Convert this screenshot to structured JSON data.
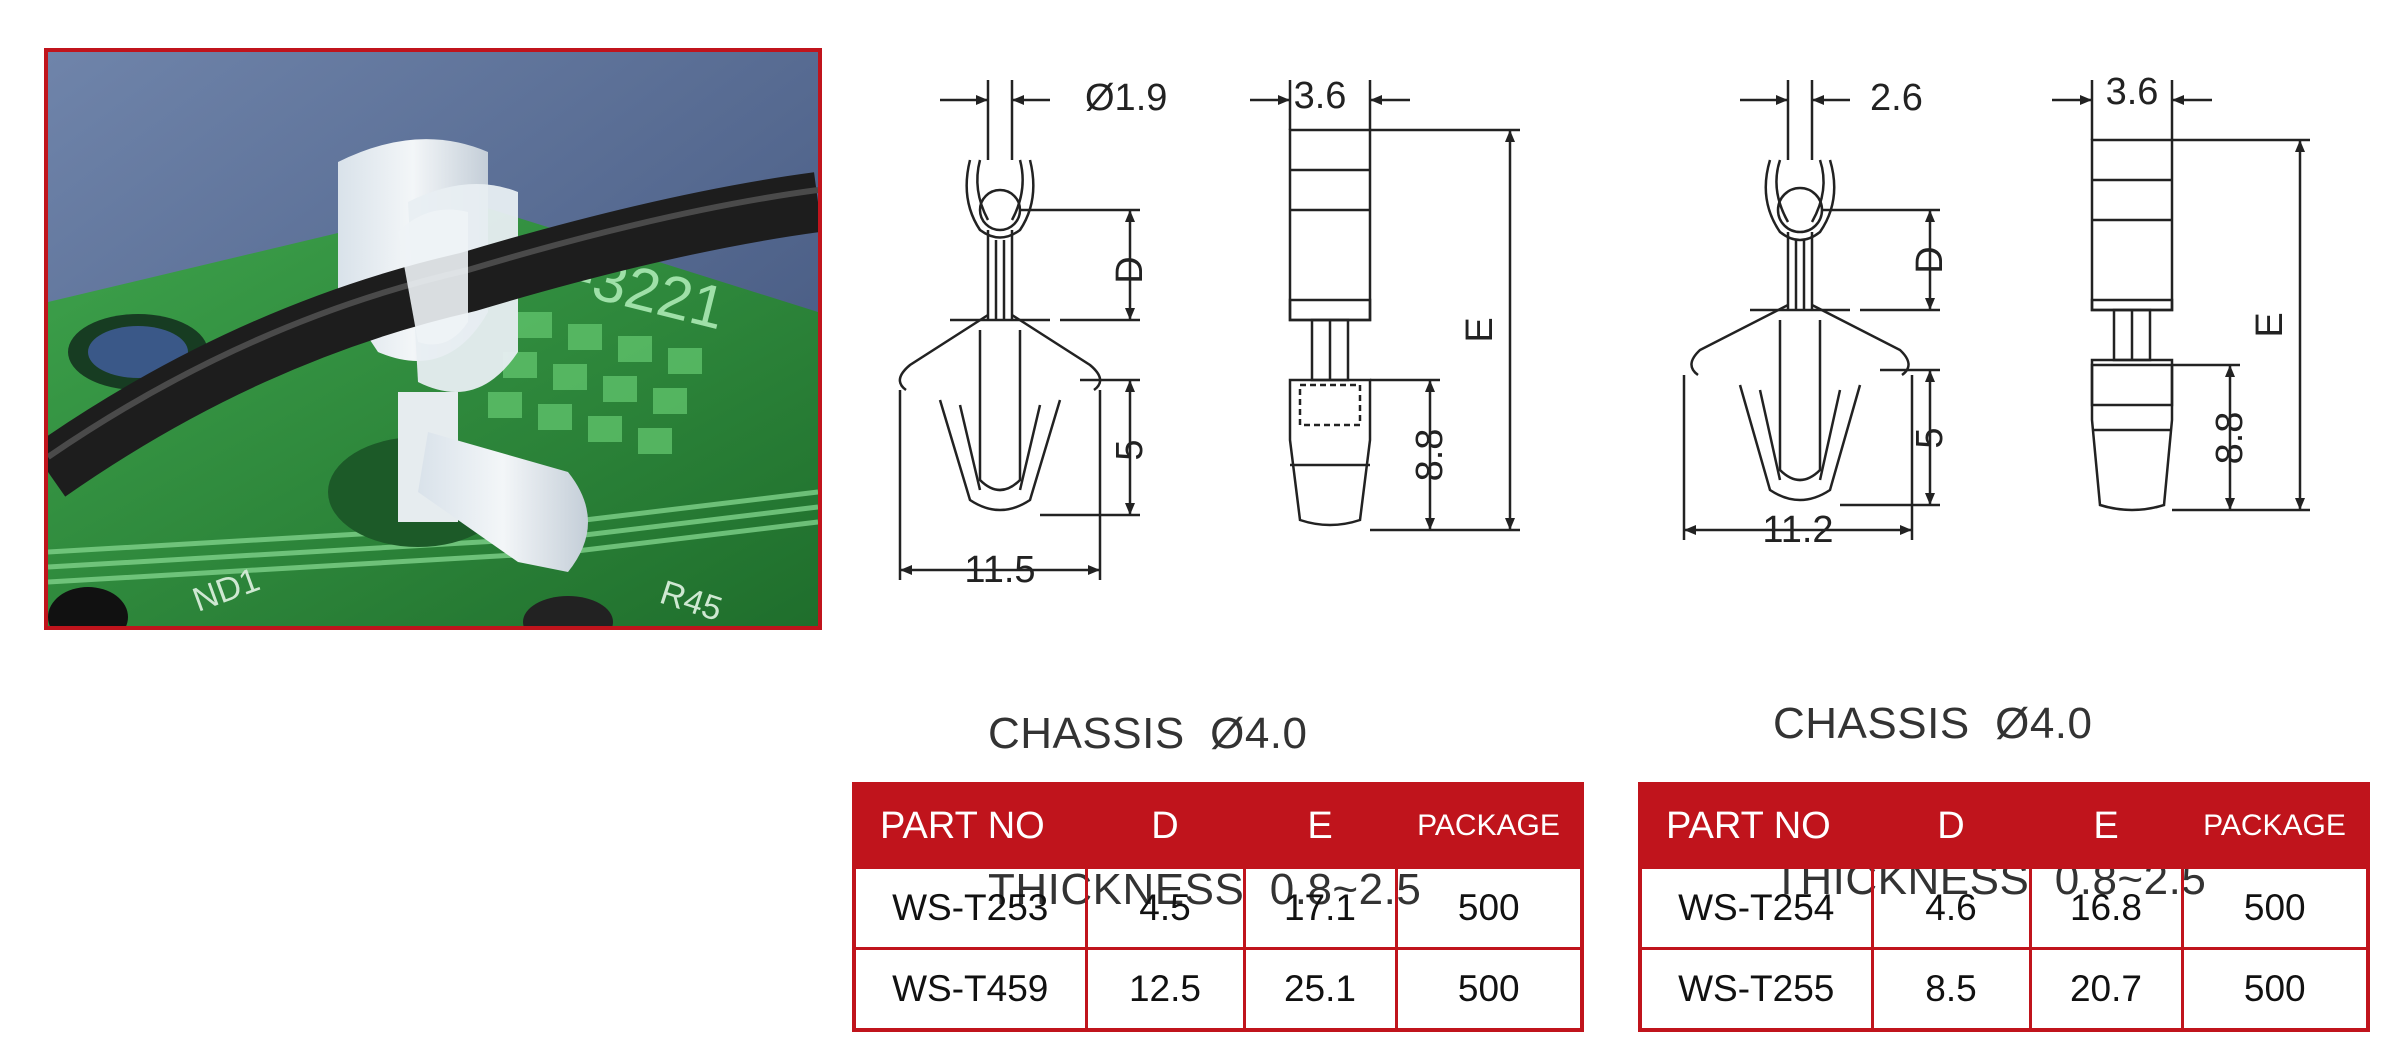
{
  "left_product": {
    "dims": {
      "hole": "Ø1.9",
      "width": "3.6",
      "d": "D",
      "e": "E",
      "height": "8.8",
      "lower": "5",
      "span": "11.5"
    },
    "note_line1": "CHASSIS  Ø4.0",
    "note_line2": "THICKNESS  0.8~2.5",
    "table": {
      "headers": [
        "PART NO",
        "D",
        "E",
        "PACKAGE"
      ],
      "rows": [
        [
          "WS-T253",
          "4.5",
          "17.1",
          "500"
        ],
        [
          "WS-T459",
          "12.5",
          "25.1",
          "500"
        ]
      ]
    }
  },
  "right_product": {
    "dims": {
      "hole": "2.6",
      "width": "3.6",
      "d": "D",
      "e": "E",
      "height": "8.8",
      "lower": "5",
      "span": "11.2"
    },
    "note_line1": "CHASSIS  Ø4.0",
    "note_line2": "THICKNESS  0.8~2.5",
    "table": {
      "headers": [
        "PART NO",
        "D",
        "E",
        "PACKAGE"
      ],
      "rows": [
        [
          "WS-T254",
          "4.6",
          "16.8",
          "500"
        ],
        [
          "WS-T255",
          "8.5",
          "20.7",
          "500"
        ]
      ]
    }
  },
  "photo": {
    "pcb_silkscreen_1": "D-3221",
    "pcb_silkscreen_2": "ND1",
    "pcb_silkscreen_3": "R45"
  },
  "colors": {
    "accent": "#c0141c",
    "pcb_green": "#2f8a3c",
    "background_blue": "#5a6f96"
  }
}
